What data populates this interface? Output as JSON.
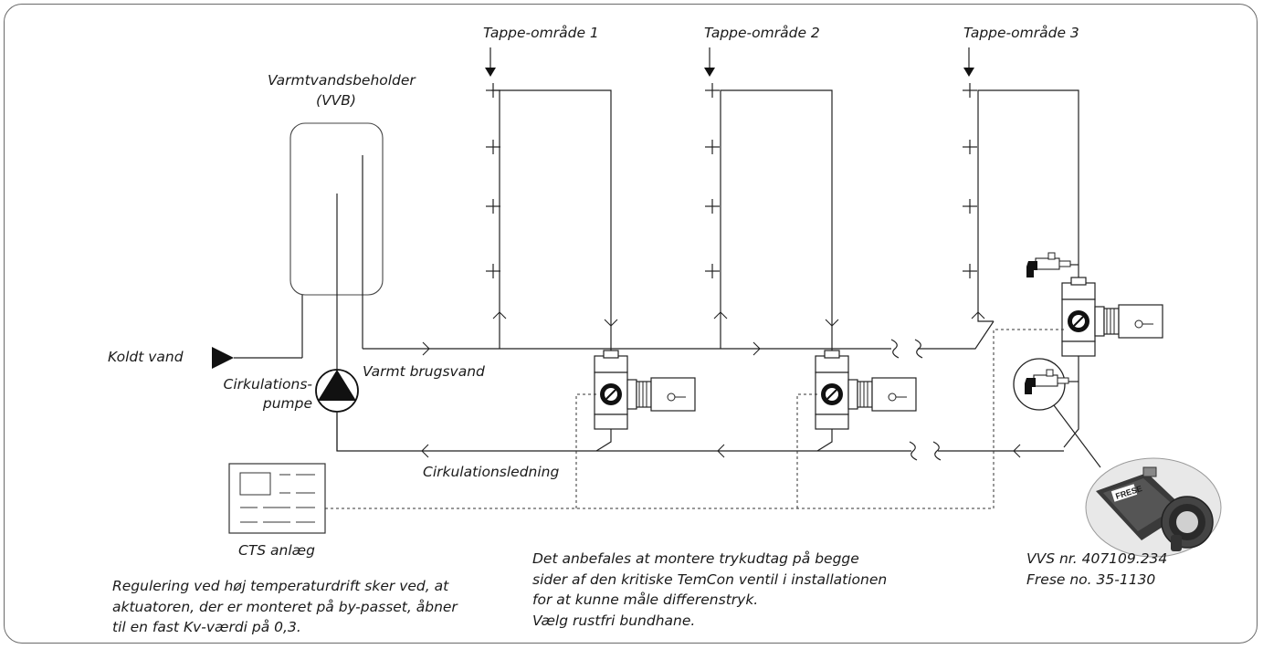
{
  "labels": {
    "tap_area_1": "Tappe-område 1",
    "tap_area_2": "Tappe-område 2",
    "tap_area_3": "Tappe-område 3",
    "tank_line1": "Varmtvandsbeholder",
    "tank_line2": "(VVB)",
    "cold_water": "Koldt vand",
    "pump_line1": "Cirkulations-",
    "pump_line2": "pumpe",
    "hot_water": "Varmt brugsvand",
    "circulation_line": "Cirkulationsledning",
    "cts": "CTS anlæg",
    "vvs_number": "VVS nr. 407109.234",
    "frese_number": "Frese no. 35-1130"
  },
  "notes": {
    "regulation": [
      "Regulering ved høj temperaturdrift sker ved, at",
      "aktuatoren, der er monteret på by-passet, åbner",
      "til en fast Kv-værdi på 0,3."
    ],
    "recommendation": [
      "Det anbefales at montere trykudtag på begge",
      "sider af den kritiske TemCon ventil i installationen",
      "for at kunne måle differenstryk.",
      "Vælg rustfri bundhane."
    ]
  },
  "valve_logo": "FRESE"
}
